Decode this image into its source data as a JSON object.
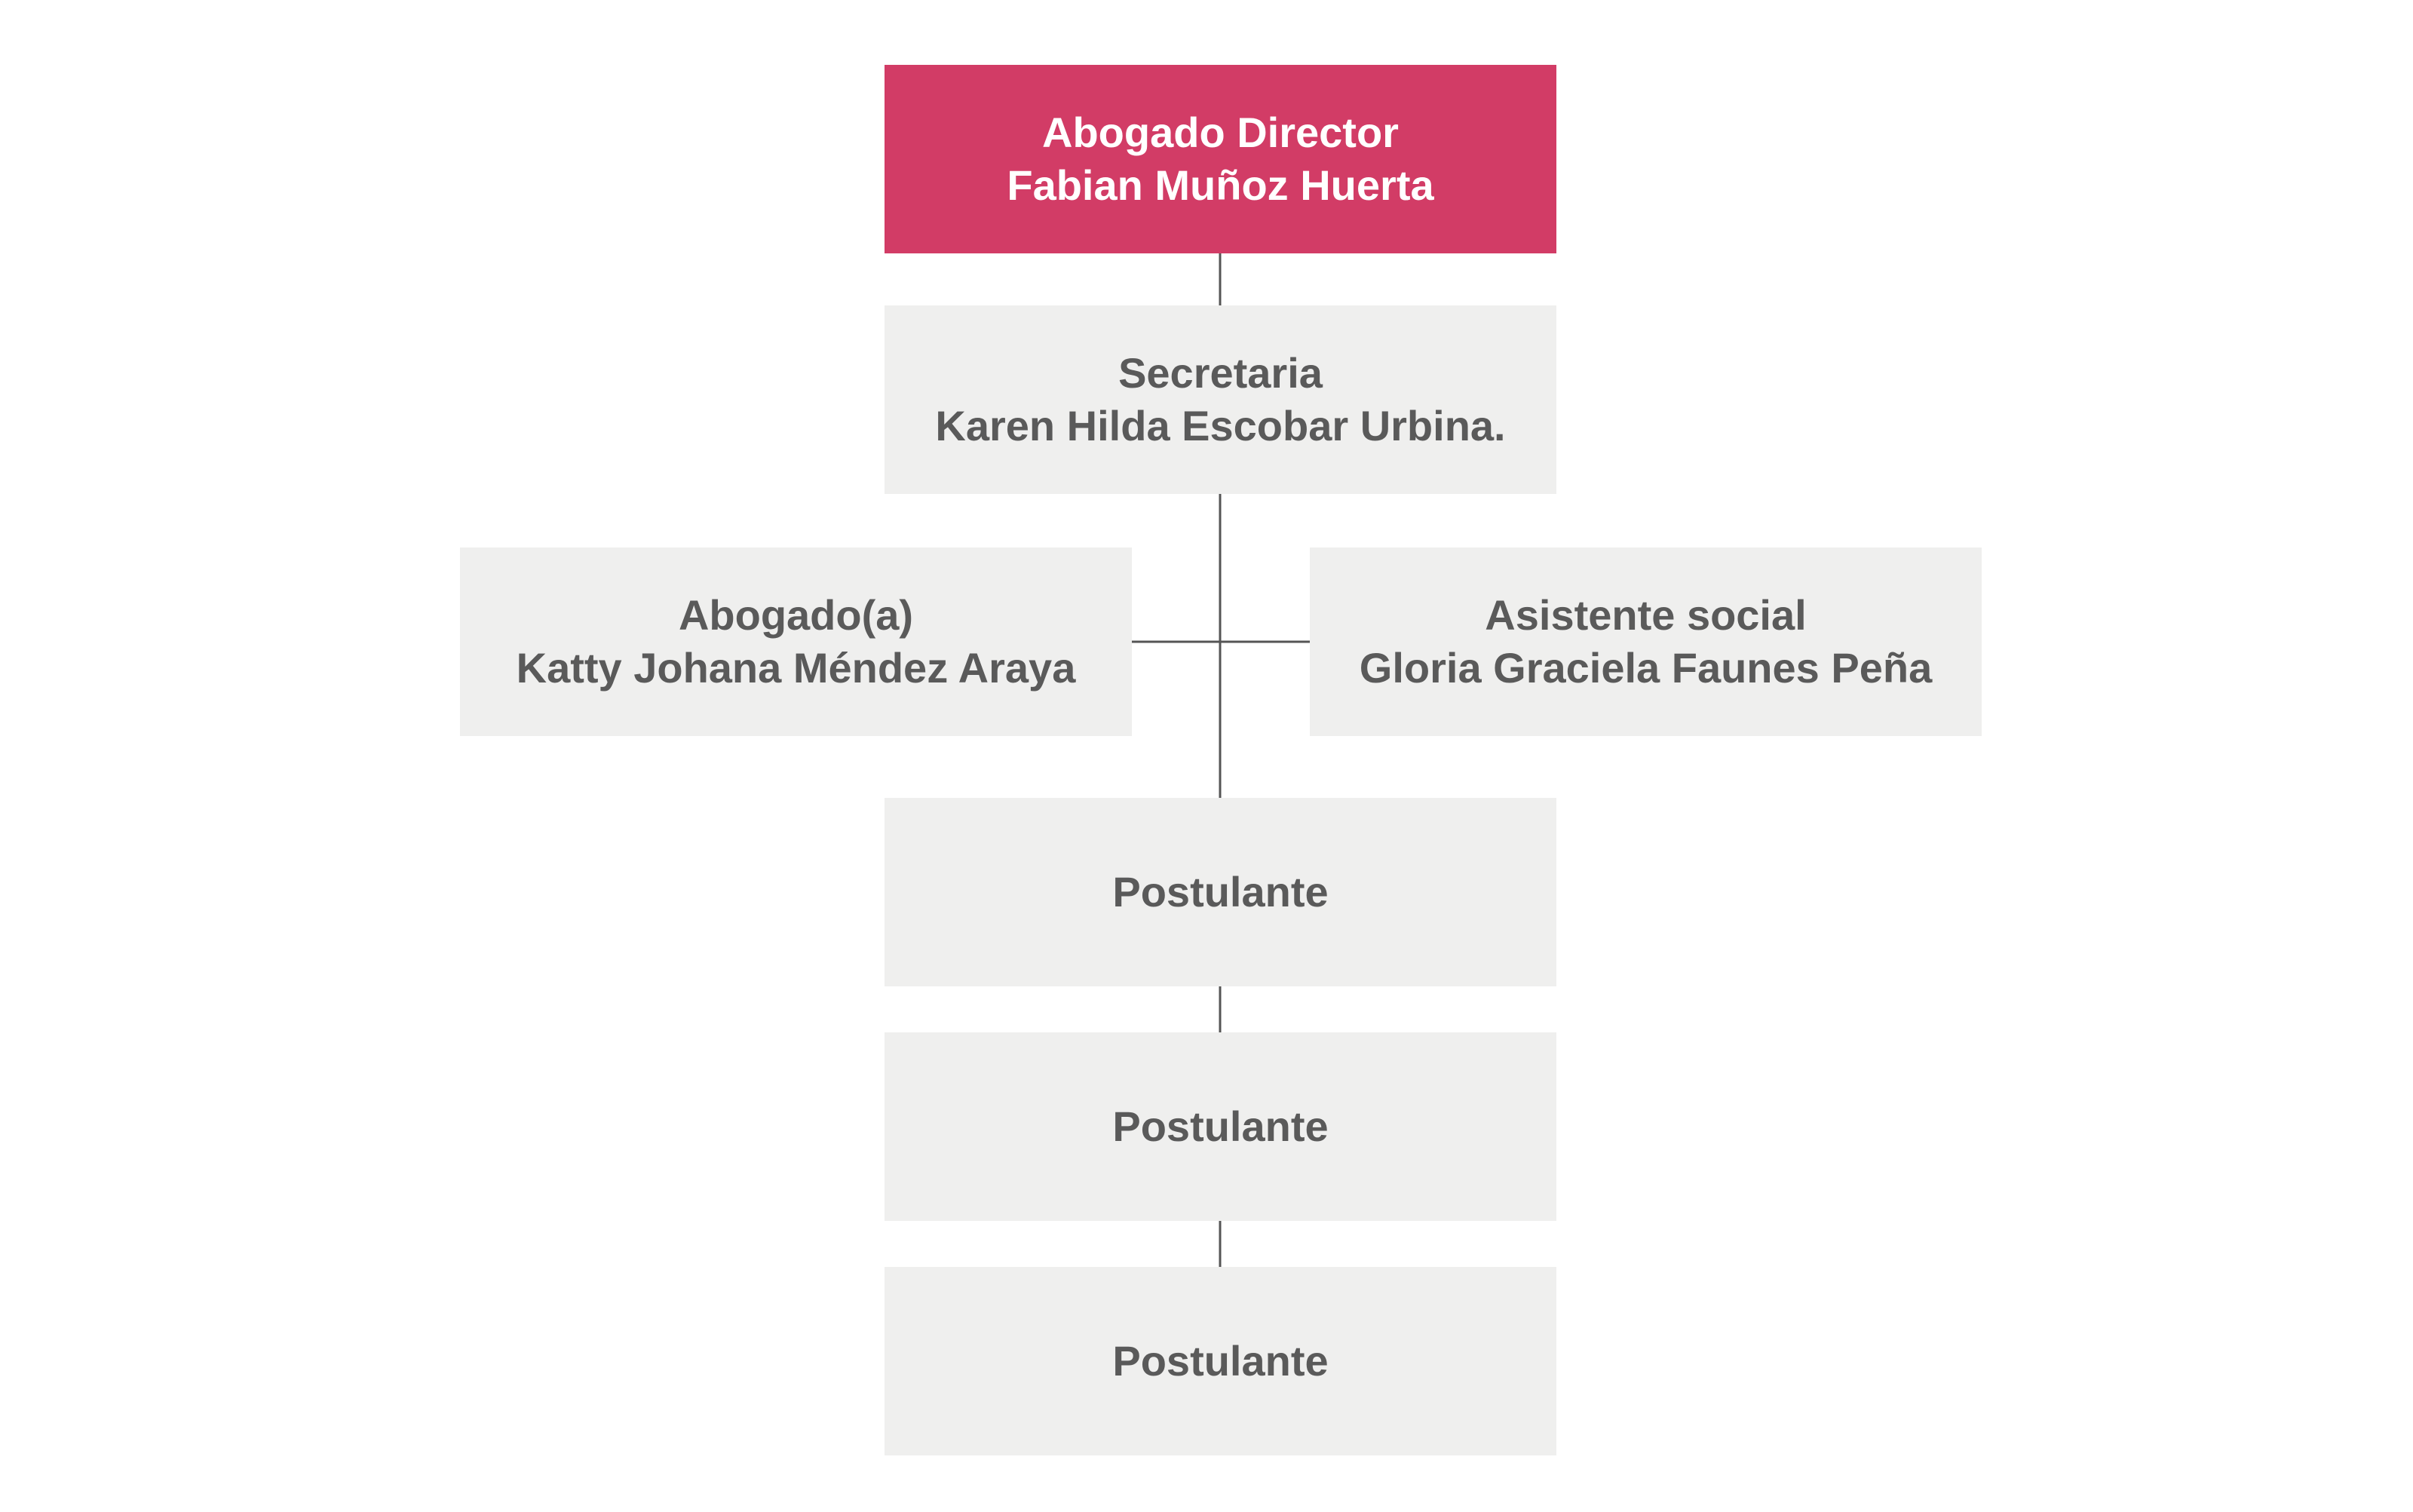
{
  "org_chart": {
    "director": {
      "role": "Abogado Director",
      "name": "Fabian Muñoz Huerta"
    },
    "secretary": {
      "role": "Secretaria",
      "name": "Karen Hilda Escobar Urbina."
    },
    "lawyer": {
      "role": "Abogado(a)",
      "name": "Katty Johana Méndez Araya"
    },
    "social_worker": {
      "role": "Asistente social",
      "name": "Gloria Graciela Faunes Peña"
    },
    "applicants": [
      {
        "role": "Postulante"
      },
      {
        "role": "Postulante"
      },
      {
        "role": "Postulante"
      }
    ]
  },
  "colors": {
    "director_fill": "#d23c66",
    "box_fill": "#efefee",
    "text_dark": "#5a5a5a",
    "text_light": "#ffffff",
    "connector": "#555555"
  }
}
